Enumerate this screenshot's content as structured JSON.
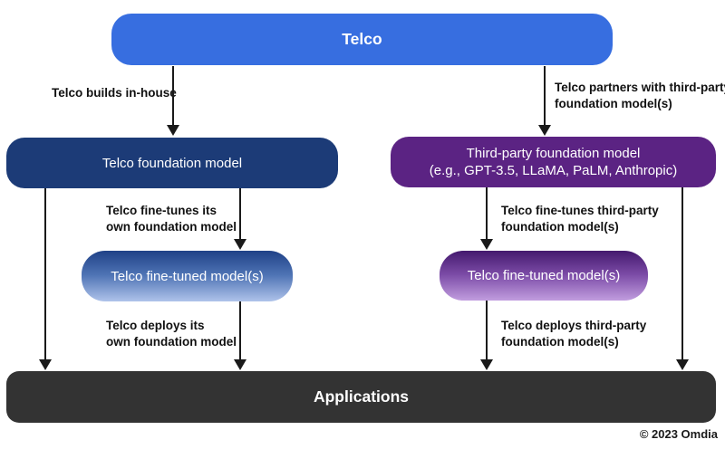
{
  "nodes": {
    "telco": {
      "label": "Telco"
    },
    "telco_foundation": {
      "label": "Telco foundation model"
    },
    "third_party_foundation": {
      "line1": "Third-party foundation model",
      "line2": "(e.g., GPT-3.5, LLaMA, PaLM, Anthropic)"
    },
    "fine_tuned_left": {
      "label": "Telco fine-tuned model(s)"
    },
    "fine_tuned_right": {
      "label": "Telco fine-tuned model(s)"
    },
    "applications": {
      "label": "Applications"
    }
  },
  "edge_labels": {
    "builds_in_house": "Telco builds in-house",
    "partners": {
      "line1": "Telco partners with third-party",
      "line2": "foundation model(s)"
    },
    "fine_tunes_own": {
      "line1": "Telco fine-tunes its",
      "line2": "own foundation model"
    },
    "fine_tunes_third_party": {
      "line1": "Telco fine-tunes third-party",
      "line2": "foundation model(s)"
    },
    "deploys_own": {
      "line1": "Telco deploys its",
      "line2": "own foundation model"
    },
    "deploys_third_party": {
      "line1": "Telco deploys third-party",
      "line2": "foundation model(s)"
    }
  },
  "footer": {
    "copyright": "© 2023 Omdia"
  },
  "colors": {
    "telco_blue": "#376EE0",
    "foundation_navy": "#1C3B77",
    "third_party_purple": "#5B2383",
    "fine_tuned_blue_gradient_top": "#1F4187",
    "fine_tuned_blue_gradient_bottom": "#AFC3EA",
    "fine_tuned_purple_gradient_top": "#44196E",
    "fine_tuned_purple_gradient_bottom": "#C19DDF",
    "applications_dark": "#333333",
    "arrow_black": "#1A1A1A"
  }
}
